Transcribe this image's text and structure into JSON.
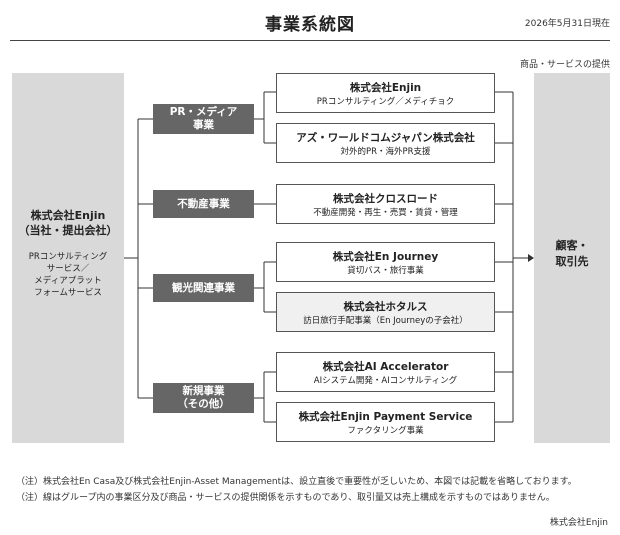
{
  "header": {
    "title": "事業系統図",
    "date": "2026年5月31日現在"
  },
  "legend_top": "商品・サービスの提供",
  "left_entity": {
    "name_line1": "株式会社Enjin",
    "name_line2": "（当社・提出会社）",
    "service_lines": [
      "PRコンサルティング",
      "サービス／",
      "メディアプラット",
      "フォームサービス"
    ]
  },
  "segments": [
    {
      "line1": "PR・メディア",
      "line2": "事業"
    },
    {
      "line1": "不動産事業",
      "line2": ""
    },
    {
      "line1": "観光関連事業",
      "line2": ""
    },
    {
      "line1": "新規事業",
      "line2": "（その他）"
    }
  ],
  "companies": [
    {
      "name": "株式会社Enjin",
      "desc": "PRコンサルティング／メディチョク"
    },
    {
      "name": "アズ・ワールドコムジャパン株式会社",
      "desc": "対外的PR・海外PR支援"
    },
    {
      "name": "株式会社クロスロード",
      "desc": "不動産開発・再生・売買・賃貸・管理"
    },
    {
      "name": "株式会社En Journey",
      "desc": "貸切バス・旅行事業"
    },
    {
      "name": "株式会社ホタルス",
      "desc": "訪日旅行手配事業（En Journeyの子会社）"
    },
    {
      "name": "株式会社AI Accelerator",
      "desc": "AIシステム開発・AIコンサルティング"
    },
    {
      "name": "株式会社Enjin Payment Service",
      "desc": "ファクタリング事業"
    }
  ],
  "right_entity": {
    "line1": "顧客・",
    "line2": "取引先"
  },
  "notes": [
    "（注）株式会社En Casa及び株式会社Enjin-Asset Managementは、設立直後で重要性が乏しいため、本図では記載を省略しております。",
    "（注）線はグループ内の事業区分及び商品・サービスの提供関係を示すものであり、取引量又は売上構成を示すものではありません。"
  ],
  "footer": "株式会社Enjin"
}
